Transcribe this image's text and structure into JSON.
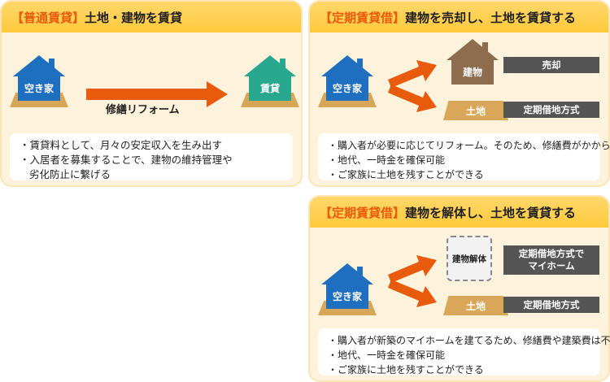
{
  "panels": {
    "regular": {
      "tag": "【普通賃貸】",
      "title": "土地・建物を賃貸",
      "house_from": "空き家",
      "house_to": "賃貸",
      "arrow_caption": "修繕リフォーム",
      "notes": [
        "・賃貸料として、月々の安定収入を生み出す",
        "・入居者を募集することで、建物の維持管理や",
        "劣化防止に繋げる"
      ]
    },
    "lease_sell": {
      "tag": "【定期賃貸借】",
      "title": "建物を売却し、土地を賃貸する",
      "house_from": "空き家",
      "building_label": "建物",
      "land_label": "土地",
      "right_top": "売却",
      "right_bottom": "定期借地方式",
      "notes": [
        "・購入者が必要に応じてリフォーム。そのため、修繕費がかからない",
        "・地代、一時金を確保可能",
        "・ご家族に土地を残すことができる"
      ]
    },
    "lease_demolish": {
      "tag": "【定期賃貸借】",
      "title": "建物を解体し、土地を賃貸する",
      "house_from": "空き家",
      "demolish_label": "建物解体",
      "land_label": "土地",
      "right_top_line1": "定期借地方式で",
      "right_top_line2": "マイホーム",
      "right_bottom": "定期借地方式",
      "notes": [
        "・購入者が新築のマイホームを建てるため、修繕費や建築費は不要",
        "・地代、一時金を確保可能",
        "・ご家族に土地を残すことができる"
      ]
    }
  },
  "colors": {
    "accent_orange": "#e85a0c",
    "house_blue": "#1f6fc0",
    "house_teal": "#27a88f",
    "header_yellow": "#ffc93b",
    "label_gray": "#555555"
  }
}
